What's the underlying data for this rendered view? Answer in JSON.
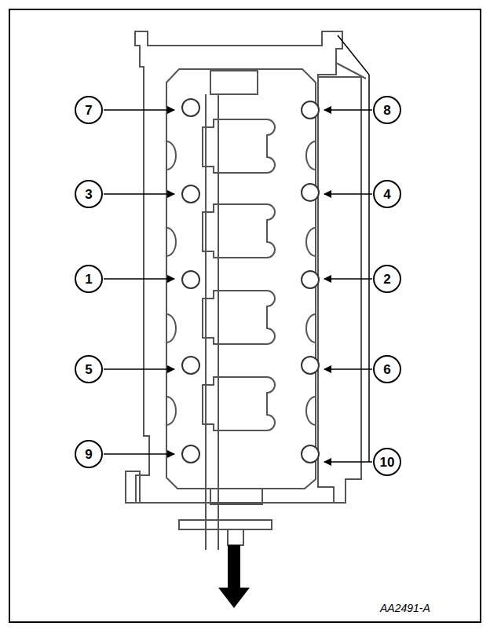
{
  "diagram": {
    "nodes": [
      {
        "text": [
          "7"
        ]
      },
      {
        "text": [
          "8"
        ]
      },
      {
        "text": [
          "3"
        ]
      },
      {
        "text": [
          "4"
        ]
      },
      {
        "text": [
          "1"
        ]
      },
      {
        "text": [
          "2"
        ]
      },
      {
        "text": [
          "5"
        ]
      },
      {
        "text": [
          "6"
        ]
      },
      {
        "text": [
          "9"
        ]
      },
      {
        "text": [
          "10"
        ]
      }
    ],
    "labels": [
      "AA2491-A"
    ]
  }
}
